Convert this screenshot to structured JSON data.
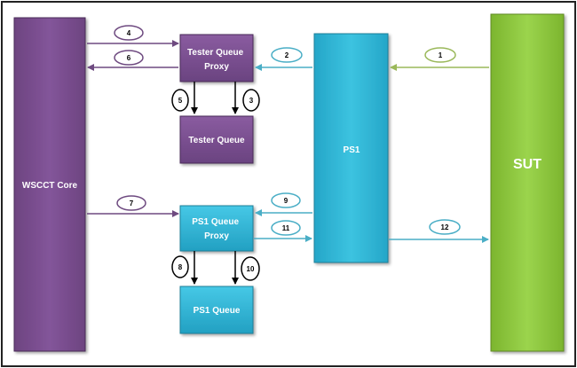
{
  "nodes": {
    "wscct_core": "WSCCT Core",
    "tester_queue_proxy": [
      "Tester Queue",
      "Proxy"
    ],
    "tester_queue": "Tester Queue",
    "ps1": "PS1",
    "sut": "SUT",
    "ps1_queue_proxy": [
      "PS1 Queue",
      "Proxy"
    ],
    "ps1_queue": "PS1 Queue"
  },
  "steps": [
    "1",
    "2",
    "3",
    "4",
    "5",
    "6",
    "7",
    "8",
    "9",
    "10",
    "11",
    "12"
  ],
  "colors": {
    "purple": "#7b4f8d",
    "purple_dark": "#5a3668",
    "cyan": "#2fb5d4",
    "cyan_dark": "#1a8aa5",
    "green": "#8cc63e",
    "green_dark": "#6a9a2a",
    "teal_arrow": "#4aaec6",
    "green_arrow": "#9ab85a",
    "purple_arrow": "#6e4a80",
    "black": "#000000"
  }
}
